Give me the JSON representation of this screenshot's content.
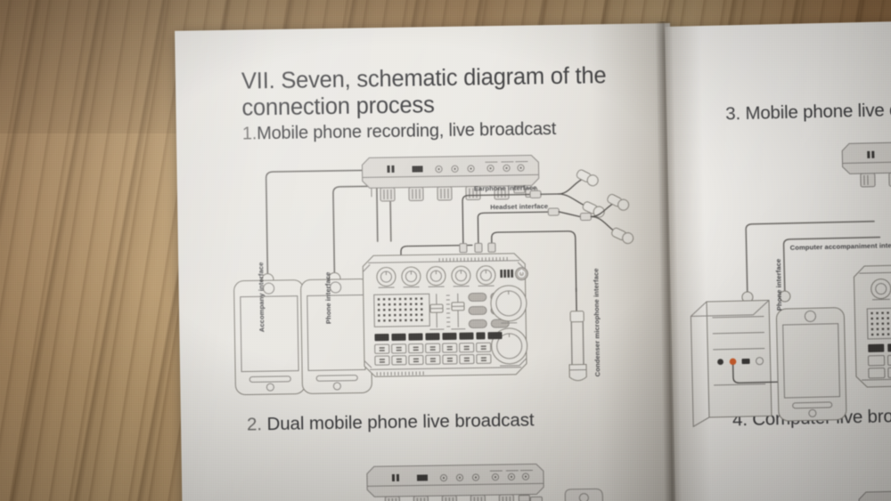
{
  "scene": {
    "surface": "wooden-desk",
    "object": "open-instruction-booklet",
    "desk_color": "#b39a72",
    "page_color_left": "#e8e6e1",
    "page_color_right": "#f1efeb",
    "ink_color": "#3a3a3c",
    "line_art_color": "#8d8a86"
  },
  "left_page": {
    "heading": "VII. Seven, schematic diagram of the connection process",
    "section_1": {
      "number": "1.",
      "label": "Mobile phone recording, live broadcast"
    },
    "section_2": {
      "number": "2.",
      "label": "Dual mobile phone live broadcast"
    },
    "diagram_1": {
      "labels": {
        "accompany": "Accompany interface",
        "phone": "Phone interface",
        "earphone": "Earphone interface",
        "headset": "Headset interface",
        "condenser_mic": "Condenser microphone interface"
      },
      "devices": [
        "sound-card-rear-panel",
        "sound-card-top-panel",
        "smartphone-left",
        "smartphone-right",
        "earbuds-pair-upper",
        "earbuds-pair-lower",
        "condenser-microphone"
      ]
    },
    "diagram_2": {
      "devices": [
        "sound-card-rear-panel"
      ]
    }
  },
  "right_page": {
    "section_3": {
      "number": "3.",
      "label": "Mobile phone live co",
      "clipped": true
    },
    "section_4": {
      "number": "4.",
      "label": "Computer live bro",
      "clipped": true
    },
    "diagram_3": {
      "labels": {
        "computer_accompaniment": "Computer accompaniment inter",
        "phone": "Phone interface"
      },
      "devices": [
        "sound-card-rear-panel",
        "computer-tower",
        "smartphone",
        "sound-card-top-panel"
      ]
    }
  },
  "sound_card": {
    "knob_count": 5,
    "large_dial_count": 2,
    "fader_count": 2,
    "oval_button_count": 6,
    "dark_button_count": 8,
    "pad_rows": 3,
    "pad_columns": 8,
    "has_power_button": true,
    "has_speaker_grille": true,
    "has_led_bar": true
  }
}
